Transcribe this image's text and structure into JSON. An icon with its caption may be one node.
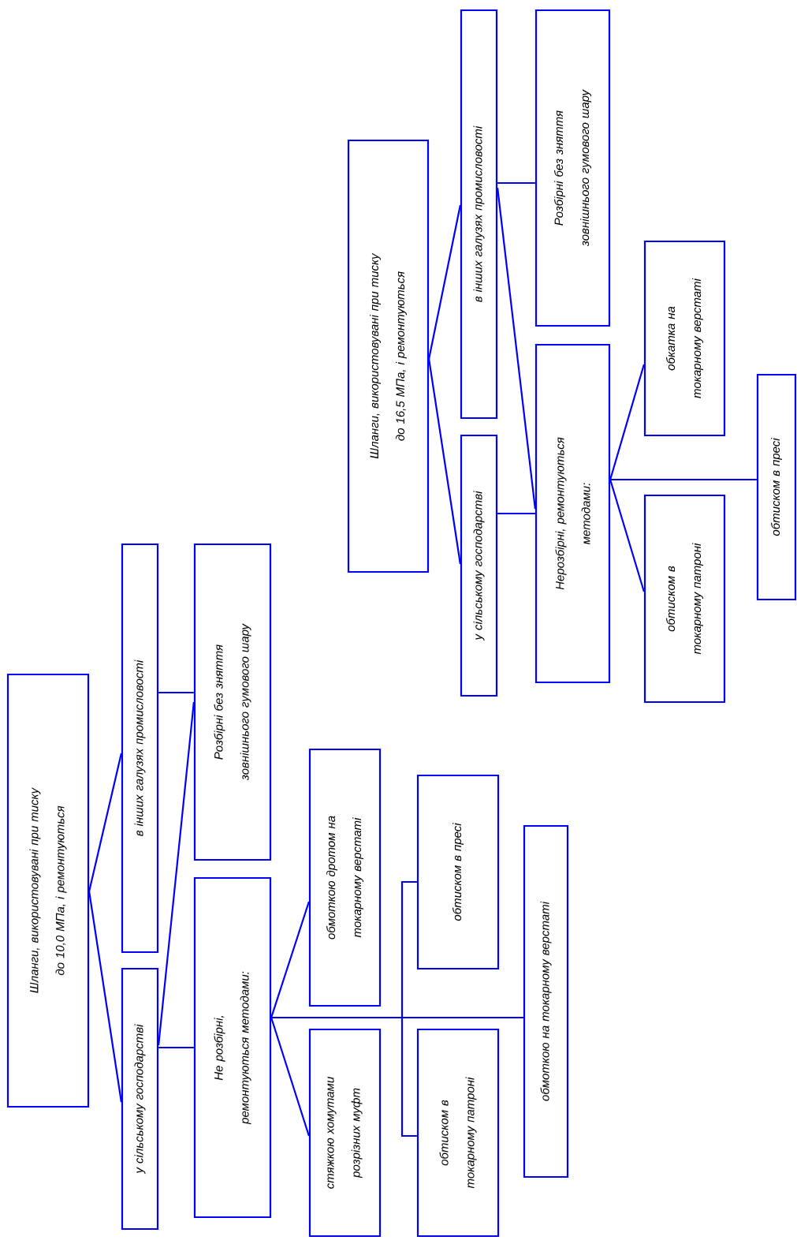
{
  "diagram": {
    "nodes": [
      {
        "text": [
          "Шланги, використовувані при тиску до 10,0 МПа, і ремонтуються"
        ]
      },
      {
        "text": [
          "в інших галузях промисловості"
        ]
      },
      {
        "text": [
          "у сільському господарстві"
        ]
      },
      {
        "text": [
          "Розбірні без зняття зовнішнього гумового шару"
        ]
      },
      {
        "text": [
          "Не розбірні, ремонтуються методами:"
        ]
      },
      {
        "text": [
          "обмоткою дротом на токарному верстаті"
        ]
      },
      {
        "text": [
          "стяжкою хомутами розрізних муфт"
        ]
      },
      {
        "text": [
          "обтиском в пресі"
        ]
      },
      {
        "text": [
          "обтиском в токарному патроні"
        ]
      },
      {
        "text": [
          "обмоткою на токарному верстаті"
        ]
      },
      {
        "text": [
          "Шланги, використовувані при тиску до 16,5 МПа, і ремонтуються"
        ]
      },
      {
        "text": [
          "в інших галузях промисловості"
        ]
      },
      {
        "text": [
          "у сільському господарстві"
        ]
      },
      {
        "text": [
          "Розбірні без зняття зовнішнього гумового шару"
        ]
      },
      {
        "text": [
          "Нерозбірні, ремонтуються методами:"
        ]
      },
      {
        "text": [
          "обкатка на токарному верстаті"
        ]
      },
      {
        "text": [
          "обтиском в токарному патроні"
        ]
      },
      {
        "text": [
          "обтиском в пресі"
        ]
      }
    ],
    "edges": [
      {
        "from": 0,
        "to": 1,
        "arrow": "none"
      },
      {
        "from": 0,
        "to": 2,
        "arrow": "none"
      },
      {
        "from": 1,
        "to": 3,
        "arrow": "none"
      },
      {
        "from": 2,
        "to": 3,
        "arrow": "none"
      },
      {
        "from": 2,
        "to": 4,
        "arrow": "none"
      },
      {
        "from": 4,
        "to": 5,
        "arrow": "none"
      },
      {
        "from": 4,
        "to": 6,
        "arrow": "none"
      },
      {
        "from": 4,
        "to": 7,
        "arrow": "none"
      },
      {
        "from": 4,
        "to": 8,
        "arrow": "none"
      },
      {
        "from": 4,
        "to": 9,
        "arrow": "none"
      },
      {
        "from": 10,
        "to": 11,
        "arrow": "none"
      },
      {
        "from": 10,
        "to": 12,
        "arrow": "none"
      },
      {
        "from": 11,
        "to": 13,
        "arrow": "none"
      },
      {
        "from": 11,
        "to": 14,
        "arrow": "none"
      },
      {
        "from": 12,
        "to": 14,
        "arrow": "none"
      },
      {
        "from": 14,
        "to": 15,
        "arrow": "none"
      },
      {
        "from": 14,
        "to": 16,
        "arrow": "none"
      },
      {
        "from": 14,
        "to": 17,
        "arrow": "none"
      }
    ]
  }
}
